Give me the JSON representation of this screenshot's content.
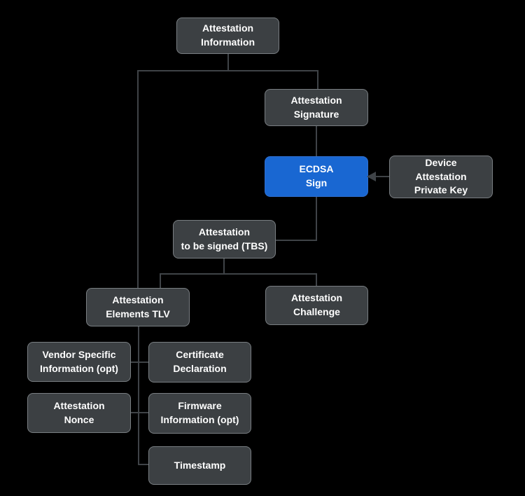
{
  "diagram": {
    "type": "flowchart",
    "colors": {
      "background": "#000000",
      "node_fill": "#3c4043",
      "node_border": "#797e82",
      "accent_fill": "#1967d2",
      "accent_border": "#2f6fd0",
      "text_color": "#ffffff",
      "connector_color": "#3f4347"
    },
    "nodes": [
      {
        "id": "attestation-information",
        "label": "Attestation\nInformation"
      },
      {
        "id": "attestation-signature",
        "label": "Attestation\nSignature"
      },
      {
        "id": "ecdsa-sign",
        "label": "ECDSA\nSign",
        "highlighted": true
      },
      {
        "id": "device-attestation-private-key",
        "label": "Device\nAttestation\nPrivate Key"
      },
      {
        "id": "attestation-tbs",
        "label": "Attestation\nto be signed (TBS)"
      },
      {
        "id": "attestation-elements-tlv",
        "label": "Attestation\nElements TLV"
      },
      {
        "id": "attestation-challenge",
        "label": "Attestation\nChallenge"
      },
      {
        "id": "vendor-specific-information",
        "label": "Vendor Specific\nInformation (opt)"
      },
      {
        "id": "certificate-declaration",
        "label": "Certificate\nDeclaration"
      },
      {
        "id": "attestation-nonce",
        "label": "Attestation\nNonce"
      },
      {
        "id": "firmware-information",
        "label": "Firmware\nInformation (opt)"
      },
      {
        "id": "timestamp",
        "label": "Timestamp"
      }
    ],
    "edges": [
      {
        "from": "attestation-information",
        "to": "attestation-signature"
      },
      {
        "from": "attestation-information",
        "to": "attestation-elements-tlv"
      },
      {
        "from": "attestation-signature",
        "to": "ecdsa-sign"
      },
      {
        "from": "device-attestation-private-key",
        "to": "ecdsa-sign",
        "arrow": true
      },
      {
        "from": "ecdsa-sign",
        "to": "attestation-tbs"
      },
      {
        "from": "attestation-tbs",
        "to": "attestation-elements-tlv"
      },
      {
        "from": "attestation-tbs",
        "to": "attestation-challenge"
      },
      {
        "from": "attestation-elements-tlv",
        "to": "vendor-specific-information"
      },
      {
        "from": "attestation-elements-tlv",
        "to": "certificate-declaration"
      },
      {
        "from": "attestation-elements-tlv",
        "to": "attestation-nonce"
      },
      {
        "from": "attestation-elements-tlv",
        "to": "firmware-information"
      },
      {
        "from": "attestation-elements-tlv",
        "to": "timestamp"
      }
    ]
  }
}
